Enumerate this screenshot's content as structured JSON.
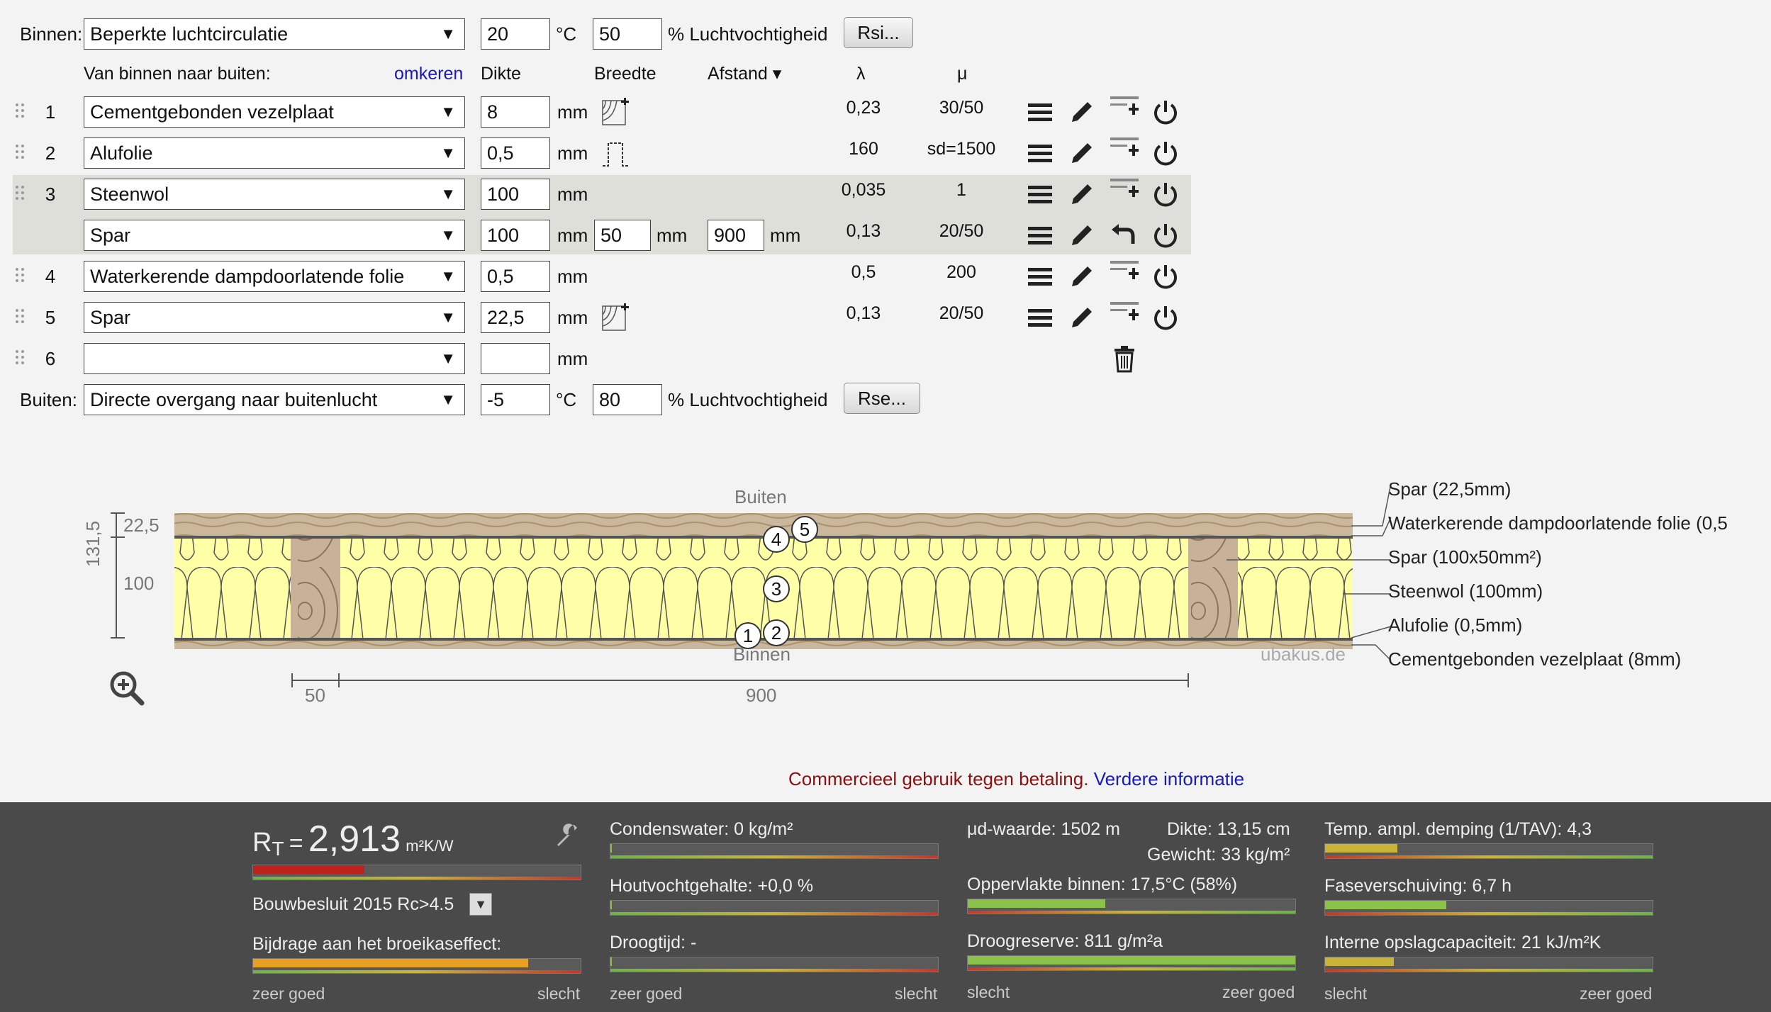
{
  "inside": {
    "label": "Binnen:",
    "condition": "Beperkte luchtcirculatie",
    "temp": "20",
    "temp_unit": "°C",
    "humidity": "50",
    "humidity_label": "% Luchtvochtigheid",
    "button": "Rsi..."
  },
  "outside": {
    "label": "Buiten:",
    "condition": "Directe overgang naar buitenlucht",
    "temp": "-5",
    "temp_unit": "°C",
    "humidity": "80",
    "humidity_label": "% Luchtvochtigheid",
    "button": "Rse..."
  },
  "headers": {
    "direction": "Van binnen naar buiten:",
    "reverse": "omkeren",
    "thickness": "Dikte",
    "width": "Breedte",
    "spacing": "Afstand ▾",
    "lambda": "λ",
    "mu": "μ"
  },
  "unit_mm": "mm",
  "layers": [
    {
      "num": "1",
      "material": "Cementgebonden vezelplaat",
      "thickness": "8",
      "lambda": "0,23",
      "mu": "30/50"
    },
    {
      "num": "2",
      "material": "Alufolie",
      "thickness": "0,5",
      "lambda": "160",
      "mu": "sd=1500"
    },
    {
      "num": "3",
      "material": "Steenwol",
      "thickness": "100",
      "lambda": "0,035",
      "mu": "1"
    },
    {
      "num": "",
      "material": "Spar",
      "thickness": "100",
      "width": "50",
      "spacing": "900",
      "lambda": "0,13",
      "mu": "20/50"
    },
    {
      "num": "4",
      "material": "Waterkerende dampdoorlatende folie",
      "thickness": "0,5",
      "lambda": "0,5",
      "mu": "200"
    },
    {
      "num": "5",
      "material": "Spar",
      "thickness": "22,5",
      "lambda": "0,13",
      "mu": "20/50"
    },
    {
      "num": "6",
      "material": "",
      "thickness": "",
      "lambda": "",
      "mu": ""
    }
  ],
  "diagram": {
    "top_label": "Buiten",
    "bottom_label": "Binnen",
    "watermark": "ubakus.de",
    "dim_total": "131,5",
    "dim_top": "22,5",
    "dim_mid": "100",
    "dim_width": "50",
    "dim_spacing": "900",
    "markers": [
      "1",
      "2",
      "3",
      "4",
      "5"
    ],
    "legend": [
      "Spar (22,5mm)",
      "Waterkerende dampdoorlatende folie (0,5",
      "Spar (100x50mm²)",
      "Steenwol (100mm)",
      "Alufolie (0,5mm)",
      "Cementgebonden vezelplaat (8mm)"
    ]
  },
  "notice": {
    "text": "Commercieel gebruik tegen betaling.",
    "link": "Verdere informatie"
  },
  "results": {
    "rt_symbol": "R",
    "rt_sub": "T",
    "rt_eq": "=",
    "rt_value": "2,913",
    "rt_unit": "m²K/W",
    "rt_fill": 0.34,
    "standard": "Bouwbesluit 2015 Rc>4.5",
    "greenhouse": "Bijdrage aan het broeikaseffect:",
    "greenhouse_fill": 0.84,
    "scale_good": "zeer goed",
    "scale_bad": "slecht",
    "condensation": "Condenswater: 0 kg/m²",
    "wood_moisture": "Houtvochtgehalte: +0,0 %",
    "drying": "Droogtijd: -",
    "sd_value": "μd-waarde: 1502 m",
    "thickness": "Dikte: 13,15 cm",
    "weight": "Gewicht: 33 kg/m²",
    "surface": "Oppervlakte binnen: 17,5°C (58%)",
    "surface_fill": 0.42,
    "drying_reserve": "Droogreserve: 811 g/m²a",
    "reserve_fill": 1.0,
    "amplitude": "Temp. ampl. demping (1/TAV): 4,3",
    "amplitude_fill": 0.22,
    "phase": "Faseverschuiving: 6,7 h",
    "phase_fill": 0.37,
    "storage": "Interne opslagcapaciteit: 21 kJ/m²K",
    "storage_fill": 0.21
  },
  "colors": {
    "accent_link": "#1a1ab8",
    "notice_red": "#8b1010",
    "insulation": "#ffffa8",
    "wood": "#c8b49a",
    "bar_red": "#c0211a",
    "bar_green": "#8bc34a",
    "bar_orange": "#e8a020"
  }
}
